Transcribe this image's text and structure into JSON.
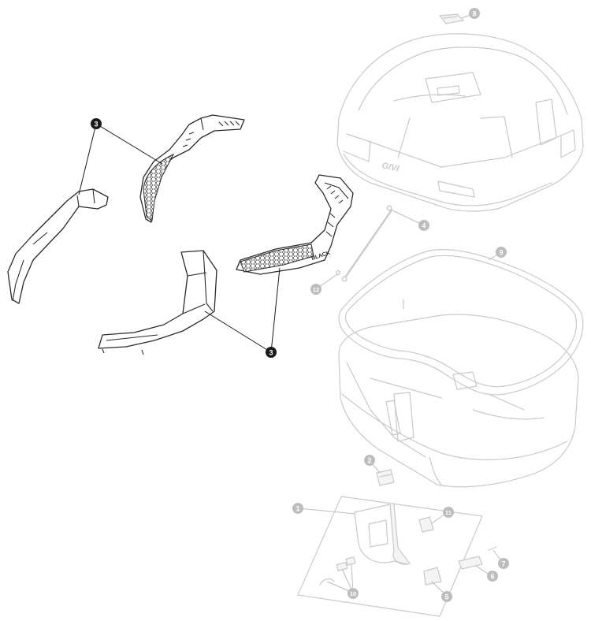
{
  "callouts": {
    "c1": "1",
    "c2": "2",
    "c3a": "3",
    "c3b": "3",
    "c4": "4",
    "c5": "5",
    "c6": "6",
    "c7": "7",
    "c8": "8",
    "c9": "9",
    "c10": "10",
    "c11": "11",
    "c12": "12"
  },
  "lid_logo": "GIVI",
  "reflector_text": "BLACK",
  "colors": {
    "highlight_parts": "#2a2a2a",
    "ghost_parts": "#c9c9c9",
    "callout_dark": "#1a1a1a",
    "callout_light": "#bdbdbd"
  }
}
